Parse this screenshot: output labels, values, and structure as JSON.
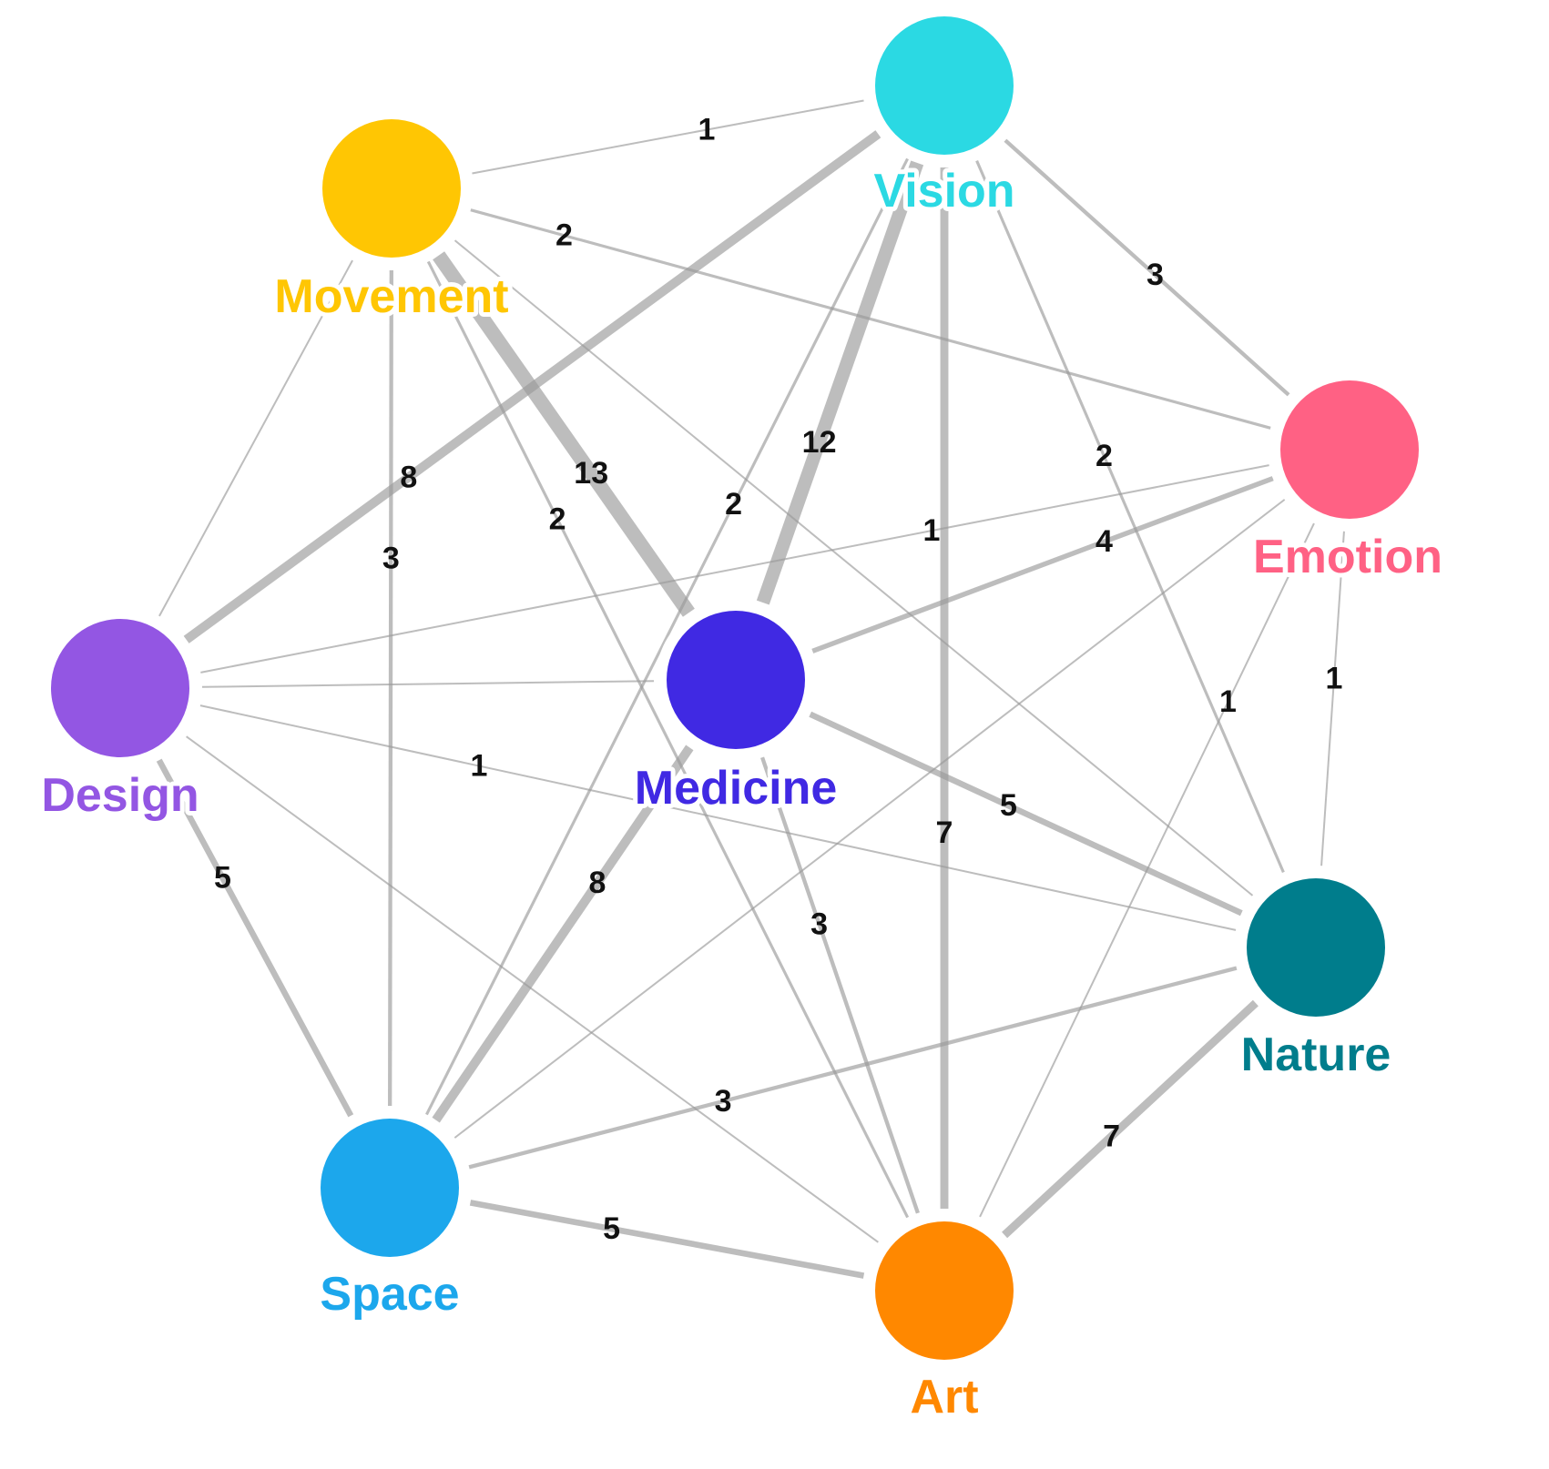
{
  "nodes": [
    {
      "id": "vision",
      "label": "Vision",
      "color": "#2BD9E3"
    },
    {
      "id": "movement",
      "label": "Movement",
      "color": "#FFC603"
    },
    {
      "id": "emotion",
      "label": "Emotion",
      "color": "#FF6184"
    },
    {
      "id": "design",
      "label": "Design",
      "color": "#9356E3"
    },
    {
      "id": "medicine",
      "label": "Medicine",
      "color": "#4029E3"
    },
    {
      "id": "nature",
      "label": "Nature",
      "color": "#007D8C"
    },
    {
      "id": "space",
      "label": "Space",
      "color": "#1CA7EC"
    },
    {
      "id": "art",
      "label": "Art",
      "color": "#FF8800"
    }
  ],
  "edges": [
    {
      "source": "movement",
      "target": "vision",
      "weight": "1",
      "value": 1
    },
    {
      "source": "movement",
      "target": "emotion",
      "weight": "2",
      "value": 2
    },
    {
      "source": "vision",
      "target": "emotion",
      "weight": "3",
      "value": 3
    },
    {
      "source": "movement",
      "target": "medicine",
      "weight": "13",
      "value": 13
    },
    {
      "source": "vision",
      "target": "medicine",
      "weight": "12",
      "value": 12
    },
    {
      "source": "vision",
      "target": "nature",
      "weight": "2",
      "value": 2
    },
    {
      "source": "vision",
      "target": "design",
      "weight": "8",
      "value": 8
    },
    {
      "source": "movement",
      "target": "space",
      "weight": "3",
      "value": 3
    },
    {
      "source": "movement",
      "target": "art",
      "weight": "2",
      "value": 2
    },
    {
      "source": "vision",
      "target": "space",
      "weight": "2",
      "value": 2
    },
    {
      "source": "design",
      "target": "emotion",
      "weight": "1",
      "value": 1
    },
    {
      "source": "medicine",
      "target": "emotion",
      "weight": "4",
      "value": 4
    },
    {
      "source": "design",
      "target": "nature",
      "weight": "1",
      "value": 1
    },
    {
      "source": "medicine",
      "target": "nature",
      "weight": "5",
      "value": 5
    },
    {
      "source": "emotion",
      "target": "art",
      "weight": "1",
      "value": 1
    },
    {
      "source": "emotion",
      "target": "nature",
      "weight": "1",
      "value": 1
    },
    {
      "source": "design",
      "target": "space",
      "weight": "5",
      "value": 5
    },
    {
      "source": "medicine",
      "target": "space",
      "weight": "8",
      "value": 8
    },
    {
      "source": "vision",
      "target": "art",
      "weight": "7",
      "value": 7
    },
    {
      "source": "medicine",
      "target": "art",
      "weight": "3",
      "value": 3
    },
    {
      "source": "space",
      "target": "nature",
      "weight": "3",
      "value": 3
    },
    {
      "source": "nature",
      "target": "art",
      "weight": "7",
      "value": 7
    },
    {
      "source": "space",
      "target": "art",
      "weight": "5",
      "value": 5
    },
    {
      "source": "movement",
      "target": "design",
      "weight": "",
      "value": 1
    },
    {
      "source": "movement",
      "target": "nature",
      "weight": "",
      "value": 1
    },
    {
      "source": "design",
      "target": "medicine",
      "weight": "",
      "value": 1
    },
    {
      "source": "design",
      "target": "art",
      "weight": "",
      "value": 1
    },
    {
      "source": "space",
      "target": "emotion",
      "weight": "",
      "value": 1
    }
  ]
}
